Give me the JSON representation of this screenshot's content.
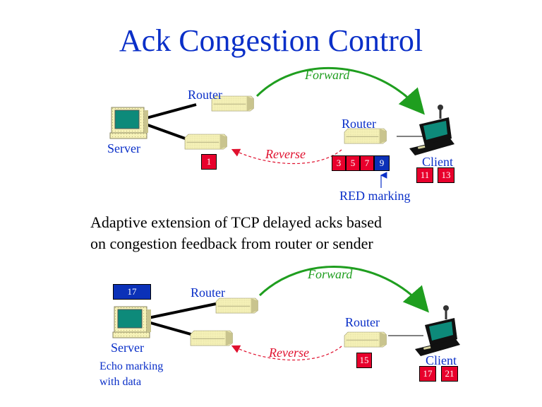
{
  "title": "Ack Congestion Control",
  "colors": {
    "title": "#0a2fc8",
    "forward": "#1f9e1f",
    "reverse": "#e0102e",
    "packet_red": "#e8002c",
    "packet_blue": "#0b31b8"
  },
  "top_diagram": {
    "server_label": "Server",
    "router_forward_label": "Router",
    "router_client_label": "Router",
    "client_label": "Client",
    "forward_label": "Forward",
    "reverse_label": "Reverse",
    "reverse_router_packets": [
      "1"
    ],
    "queue_packets": [
      {
        "label": "3",
        "color": "red"
      },
      {
        "label": "5",
        "color": "red"
      },
      {
        "label": "7",
        "color": "red"
      },
      {
        "label": "9",
        "color": "blue"
      }
    ],
    "client_packets": [
      "11",
      "13"
    ],
    "red_marking_label": "RED marking"
  },
  "description": {
    "line1": "Adaptive extension of TCP delayed acks based",
    "line2": "on congestion feedback from router or sender"
  },
  "bottom_diagram": {
    "server_label": "Server",
    "server_packet": "17",
    "router_forward_label": "Router",
    "router_client_label": "Router",
    "client_label": "Client",
    "forward_label": "Forward",
    "reverse_label": "Reverse",
    "router_packets": [
      "15"
    ],
    "client_packets": [
      "17",
      "21"
    ],
    "echo_note_line1": "Echo marking",
    "echo_note_line2": "with data"
  }
}
